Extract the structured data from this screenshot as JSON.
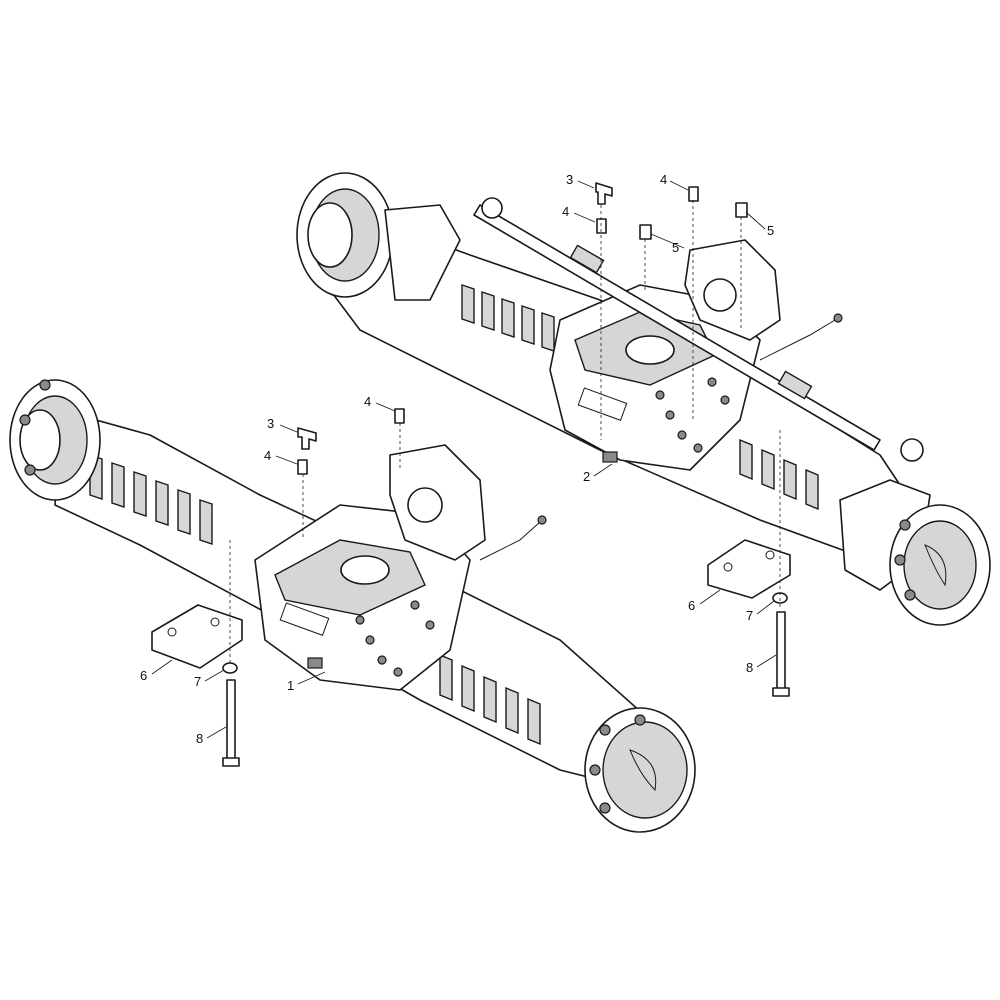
{
  "callouts": {
    "c1": "1",
    "c2": "2",
    "c3a": "3",
    "c3b": "3",
    "c4a": "4",
    "c4b": "4",
    "c4c": "4",
    "c4d": "4",
    "c5a": "5",
    "c5b": "5",
    "c6a": "6",
    "c6b": "6",
    "c7a": "7",
    "c7b": "7",
    "c8a": "8",
    "c8b": "8"
  }
}
